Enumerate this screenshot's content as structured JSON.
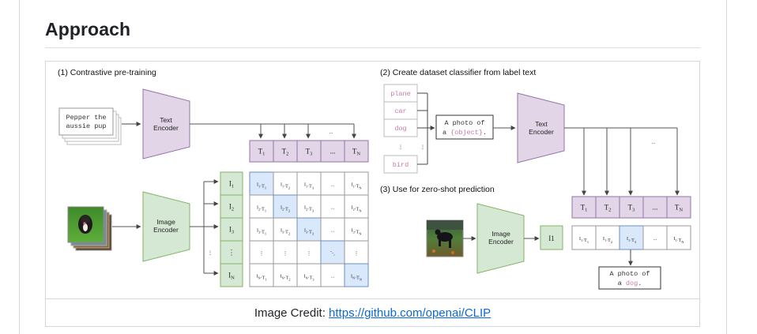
{
  "section": {
    "heading": "Approach"
  },
  "figure": {
    "panel1": {
      "title": "(1) Contrastive pre-training",
      "text_input": [
        "Pepper the",
        "aussie pup"
      ],
      "text_encoder": [
        "Text",
        "Encoder"
      ],
      "image_encoder": [
        "Image",
        "Encoder"
      ],
      "text_embeddings": [
        "T1",
        "T2",
        "T3",
        "...",
        "TN"
      ],
      "image_embeddings": [
        "I1",
        "I2",
        "I3",
        "⋮",
        "IN"
      ],
      "ellipsis": "..."
    },
    "panel2": {
      "title": "(2) Create dataset classifier from label text",
      "labels": [
        "plane",
        "car",
        "dog",
        "⋮",
        "bird"
      ],
      "template_line1": "A photo of",
      "template_prefix": "a ",
      "template_object": "{object}",
      "template_suffix": ".",
      "text_encoder": [
        "Text",
        "Encoder"
      ],
      "text_embeddings": [
        "T1",
        "T2",
        "T3",
        "...",
        "TN"
      ],
      "ellipsis": "..."
    },
    "panel3": {
      "title": "(3) Use for zero-shot prediction",
      "image_encoder": [
        "Image",
        "Encoder"
      ],
      "image_embedding": "I1",
      "scores": [
        "I1·T1",
        "I1·T2",
        "I1·T3",
        "...",
        "I1·TN"
      ],
      "result_line1": "A photo of",
      "result_prefix": "a ",
      "result_object": "dog",
      "result_suffix": "."
    },
    "colors": {
      "purple_fill": "#e1d5e7",
      "purple_stroke": "#9673a6",
      "green_fill": "#d5e8d4",
      "green_stroke": "#82b366",
      "blue_fill": "#dae8fc",
      "blue_stroke": "#6c8ebf",
      "label_pink": "#c77aa8"
    }
  },
  "caption": {
    "prefix": "Image Credit: ",
    "link_text": "https://github.com/openai/CLIP"
  }
}
